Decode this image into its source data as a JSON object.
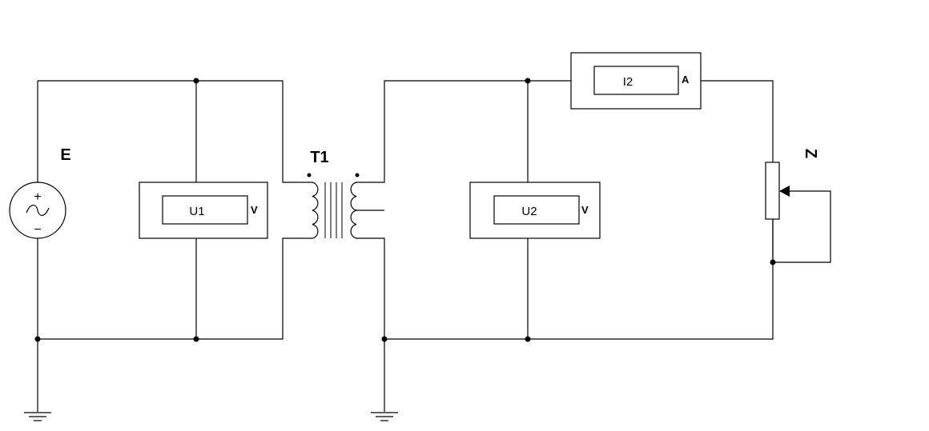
{
  "source": {
    "label": "E",
    "plus": "+",
    "minus": "−"
  },
  "transformer": {
    "label": "T1"
  },
  "meters": {
    "u1": {
      "label": "U1",
      "unit": "V"
    },
    "u2": {
      "label": "U2",
      "unit": "V"
    },
    "i2": {
      "label": "I2",
      "unit": "A"
    }
  },
  "load": {
    "label": "Z"
  }
}
